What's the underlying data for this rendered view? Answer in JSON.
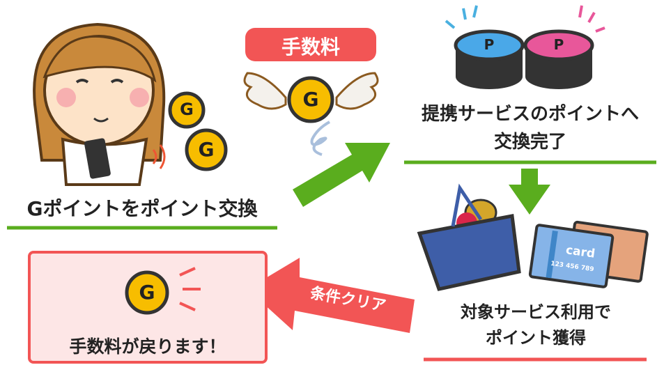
{
  "step1": {
    "caption": "Gポイントをポイント交換",
    "coin_letter": "G"
  },
  "fee": {
    "badge": "手数料",
    "coin_letter": "G"
  },
  "step2": {
    "line1": "提携サービスのポイントへ",
    "line2": "交換完了",
    "coin_letter": "P"
  },
  "step3": {
    "line1": "対象サービス利用で",
    "line2": "ポイント獲得",
    "card_label": "card",
    "card_number": "123 456 789"
  },
  "return_arrow": {
    "label": "条件クリア"
  },
  "refund": {
    "text": "手数料が戻ります！",
    "coin_letter": "G"
  },
  "colors": {
    "green": "#5aad1e",
    "red": "#f25555",
    "coin": "#f7bd00",
    "pink_bg": "#fde6e6",
    "blue_coin": "#4aa8e8",
    "pink_coin": "#e8579a"
  }
}
